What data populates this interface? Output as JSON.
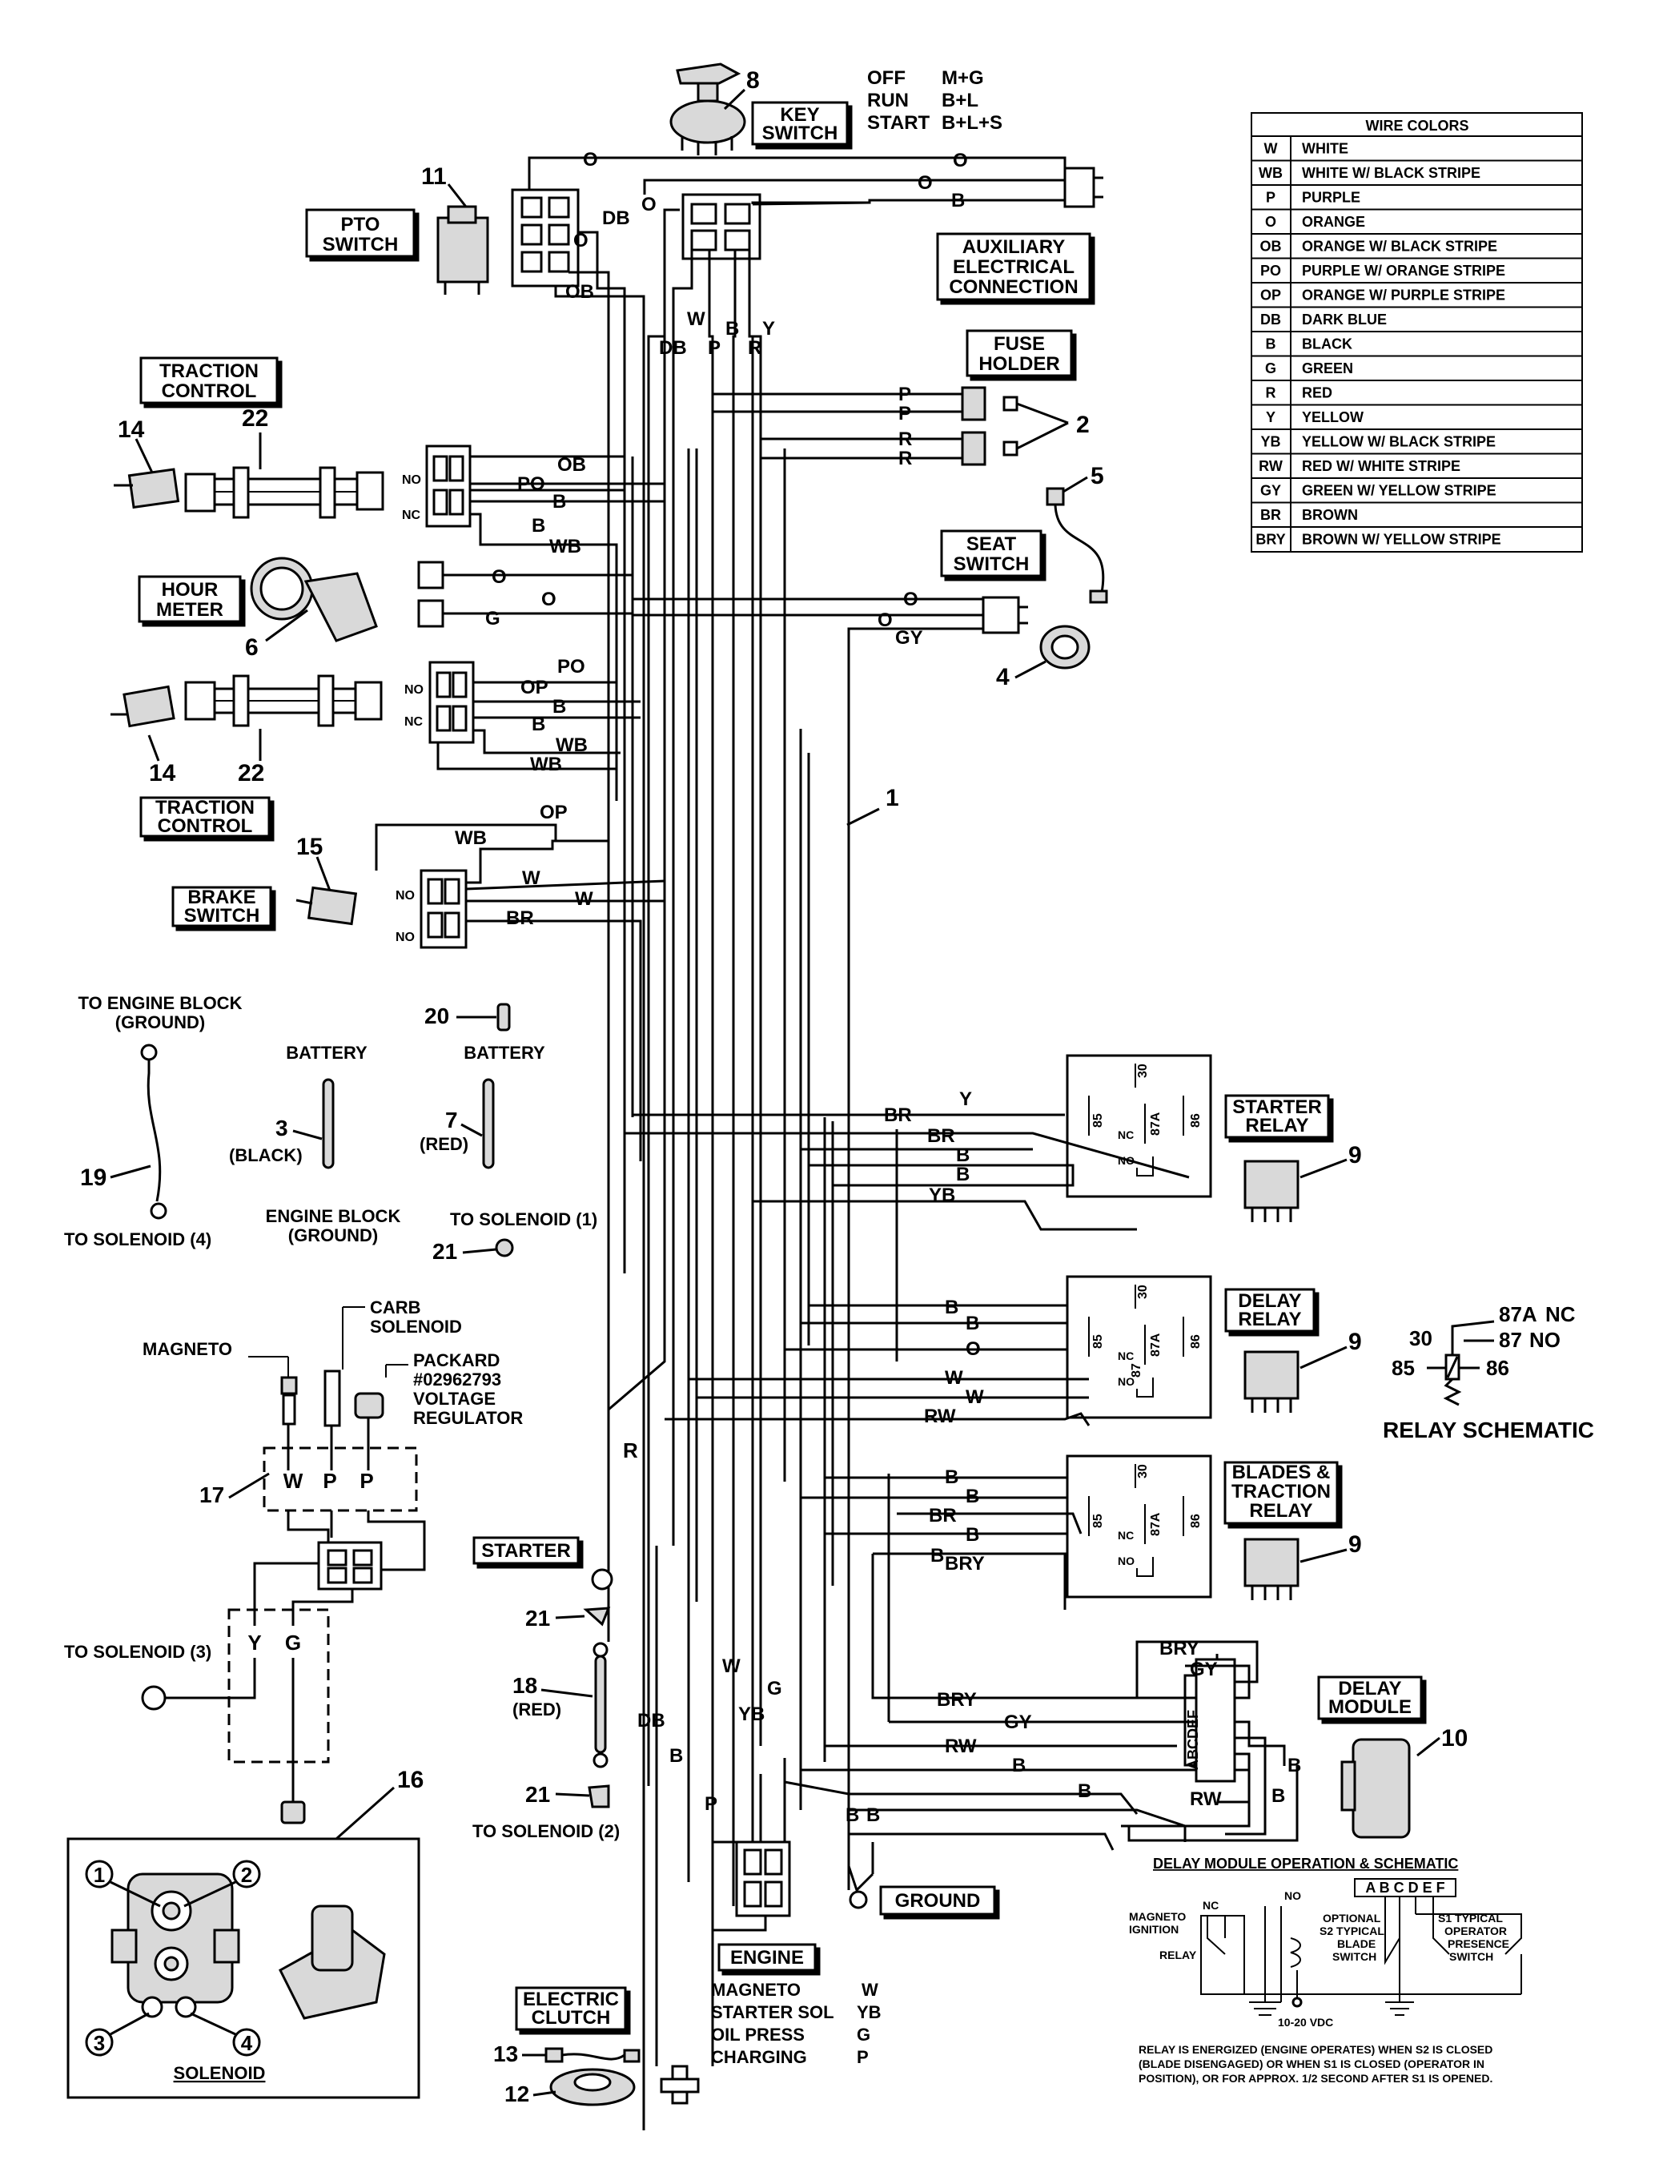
{
  "key_switch": {
    "label_1": "KEY",
    "label_2": "SWITCH",
    "number": "8",
    "positions": [
      {
        "name": "OFF",
        "contacts": "M+G"
      },
      {
        "name": "RUN",
        "contacts": "B+L"
      },
      {
        "name": "START",
        "contacts": "B+L+S"
      }
    ]
  },
  "pto_switch": {
    "label_1": "PTO",
    "label_2": "SWITCH",
    "number": "11"
  },
  "aux": {
    "label_1": "AUXILIARY",
    "label_2": "ELECTRICAL",
    "label_3": "CONNECTION"
  },
  "fuse_holder": {
    "label_1": "FUSE",
    "label_2": "HOLDER",
    "number": "2"
  },
  "traction_control": {
    "label_1": "TRACTION",
    "label_2": "CONTROL",
    "sensor_number": "14",
    "harness_number": "22"
  },
  "hour_meter": {
    "label_1": "HOUR",
    "label_2": "METER",
    "number": "6"
  },
  "seat_switch": {
    "label_1": "SEAT",
    "label_2": "SWITCH",
    "number": "4",
    "part5": "5"
  },
  "main_harness_number": "1",
  "brake_switch": {
    "label_1": "BRAKE",
    "label_2": "SWITCH",
    "number": "15"
  },
  "wire_colors": {
    "title": "WIRE COLORS",
    "rows": [
      {
        "code": "W",
        "name": "WHITE"
      },
      {
        "code": "WB",
        "name": "WHITE W/ BLACK STRIPE"
      },
      {
        "code": "P",
        "name": "PURPLE"
      },
      {
        "code": "O",
        "name": "ORANGE"
      },
      {
        "code": "OB",
        "name": "ORANGE W/ BLACK STRIPE"
      },
      {
        "code": "PO",
        "name": "PURPLE W/ ORANGE STRIPE"
      },
      {
        "code": "OP",
        "name": "ORANGE W/ PURPLE STRIPE"
      },
      {
        "code": "DB",
        "name": "DARK BLUE"
      },
      {
        "code": "B",
        "name": "BLACK"
      },
      {
        "code": "G",
        "name": "GREEN"
      },
      {
        "code": "R",
        "name": "RED"
      },
      {
        "code": "Y",
        "name": "YELLOW"
      },
      {
        "code": "YB",
        "name": "YELLOW W/ BLACK STRIPE"
      },
      {
        "code": "RW",
        "name": "RED W/ WHITE STRIPE"
      },
      {
        "code": "GY",
        "name": "GREEN W/ YELLOW STRIPE"
      },
      {
        "code": "BR",
        "name": "BROWN"
      },
      {
        "code": "BRY",
        "name": "BROWN W/ YELLOW STRIPE"
      }
    ]
  },
  "cables": {
    "engine_ground_1": "TO ENGINE BLOCK",
    "engine_ground_2": "(GROUND)",
    "to_solenoid_4": "TO SOLENOID (4)",
    "num_19": "19",
    "battery": "BATTERY",
    "num_3": "3",
    "black": "(BLACK)",
    "engine_block_1": "ENGINE BLOCK",
    "engine_block_2": "(GROUND)",
    "num_20": "20",
    "num_7": "7",
    "red": "(RED)",
    "to_solenoid_1": "TO SOLENOID (1)",
    "num_21": "21"
  },
  "relays": {
    "starter_1": "STARTER",
    "starter_2": "RELAY",
    "delay_1": "DELAY",
    "delay_2": "RELAY",
    "blades_1": "BLADES &",
    "blades_2": "TRACTION",
    "blades_3": "RELAY",
    "num_9": "9",
    "pins": {
      "p30": "30",
      "p85": "85",
      "p86": "86",
      "p87a": "87A",
      "p87": "87",
      "nc": "NC",
      "no": "NO"
    }
  },
  "relay_schematic": {
    "title": "RELAY SCHEMATIC",
    "p87a": "87A",
    "nc": "NC",
    "p30": "30",
    "p87": "87",
    "no": "NO",
    "p85": "85",
    "p86": "86"
  },
  "regulator": {
    "magneto": "MAGNETO",
    "carb_1": "CARB",
    "carb_2": "SOLENOID",
    "packard_1": "PACKARD",
    "packard_2": "#02962793",
    "packard_3": "VOLTAGE",
    "packard_4": "REGULATOR",
    "num_17": "17",
    "to_solenoid_3": "TO SOLENOID (3)"
  },
  "starter": {
    "label": "STARTER",
    "num_21": "21",
    "num_18": "18",
    "red": "(RED)",
    "to_solenoid_2": "TO SOLENOID (2)"
  },
  "solenoid": {
    "title": "SOLENOID",
    "num_16": "16",
    "t1": "1",
    "t2": "2",
    "t3": "3",
    "t4": "4"
  },
  "ground": {
    "label": "GROUND"
  },
  "electric_clutch": {
    "label_1": "ELECTRIC",
    "label_2": "CLUTCH",
    "num_13": "13",
    "num_12": "12"
  },
  "engine": {
    "title": "ENGINE",
    "rows": [
      {
        "name": "MAGNETO",
        "code": "W"
      },
      {
        "name": "STARTER SOL",
        "code": "YB"
      },
      {
        "name": "OIL PRESS",
        "code": "G"
      },
      {
        "name": "CHARGING",
        "code": "P"
      }
    ]
  },
  "delay_module": {
    "label_1": "DELAY",
    "label_2": "MODULE",
    "number": "10",
    "pins": "ABCDEF"
  },
  "delay_schematic": {
    "title": "DELAY MODULE OPERATION & SCHEMATIC",
    "pins": "A B C D E F",
    "magneto_1": "MAGNETO",
    "magneto_2": "IGNITION",
    "relay": "RELAY",
    "nc": "NC",
    "no": "NO",
    "vdc": "10-20 VDC",
    "s2_1": "OPTIONAL",
    "s2_2": "S2 TYPICAL",
    "s2_3": "BLADE",
    "s2_4": "SWITCH",
    "s1_1": "S1 TYPICAL",
    "s1_2": "OPERATOR",
    "s1_3": "PRESENCE",
    "s1_4": "SWITCH",
    "note_1": "RELAY IS ENERGIZED (ENGINE OPERATES) WHEN S2 IS CLOSED",
    "note_2": "(BLADE DISENGAGED) OR WHEN S1 IS CLOSED (OPERATOR IN",
    "note_3": "POSITION), OR FOR APPROX. 1/2 SECOND AFTER S1 IS OPENED."
  },
  "wire_labels": {
    "o": "O",
    "b": "B",
    "db": "DB",
    "ob": "OB",
    "w": "W",
    "p": "P",
    "r": "R",
    "y": "Y",
    "po": "PO",
    "wb": "WB",
    "g": "G",
    "op": "OP",
    "br": "BR",
    "gy": "GY",
    "yb": "YB",
    "rw": "RW",
    "bry": "BRY",
    "nc": "NC",
    "no": "NO"
  }
}
